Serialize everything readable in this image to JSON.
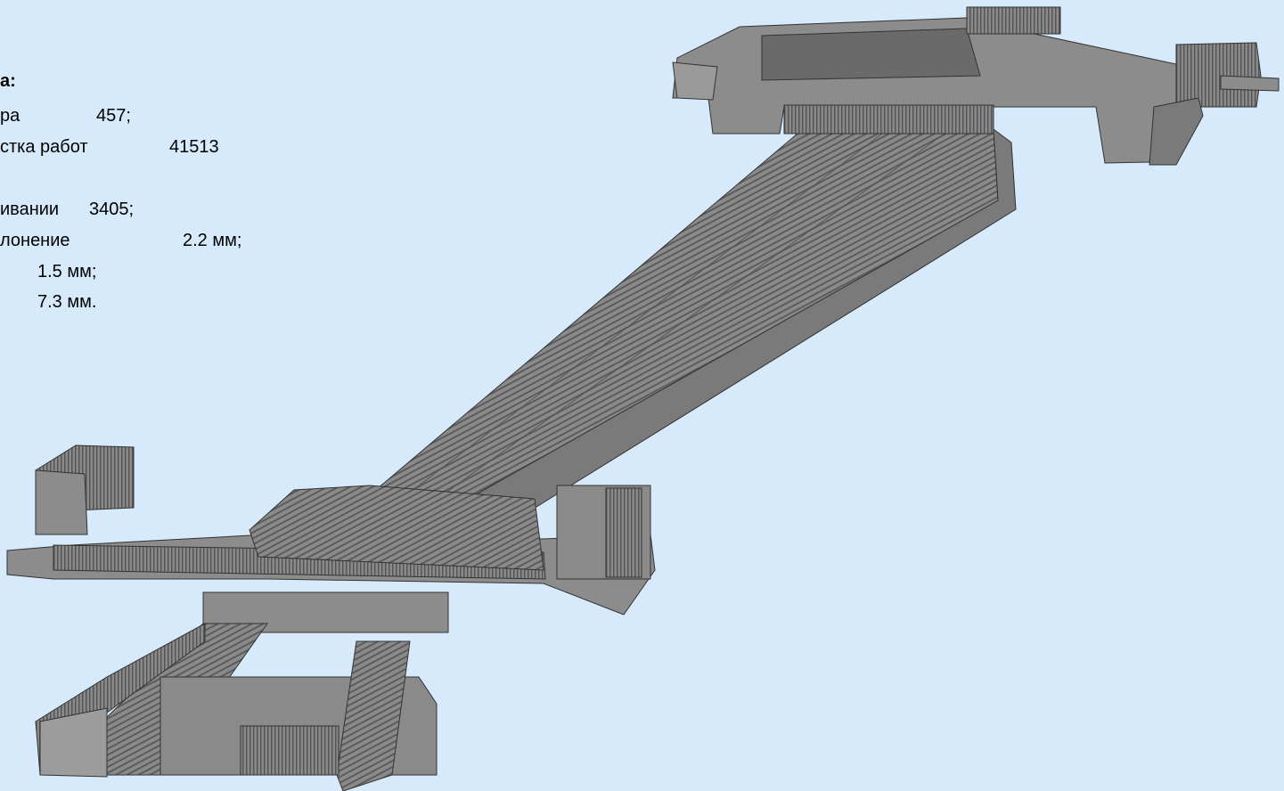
{
  "info": {
    "heading": "а:",
    "rows": [
      {
        "label": "ра",
        "value": "457;"
      },
      {
        "label": "стка работ",
        "value": "41513"
      },
      {
        "label": "ивании",
        "value": "3405;"
      },
      {
        "label": "лонение",
        "value": "2.2 мм;"
      },
      {
        "label": "",
        "value": "1.5 мм;"
      },
      {
        "label": "",
        "value": "7.3 мм."
      }
    ]
  },
  "scene": {
    "background_color": "#d6eafb",
    "model_fill": "#8c8c8c",
    "model_dark": "#6f6f6f",
    "model_light": "#a6a6a6",
    "edge_color": "#333333"
  }
}
